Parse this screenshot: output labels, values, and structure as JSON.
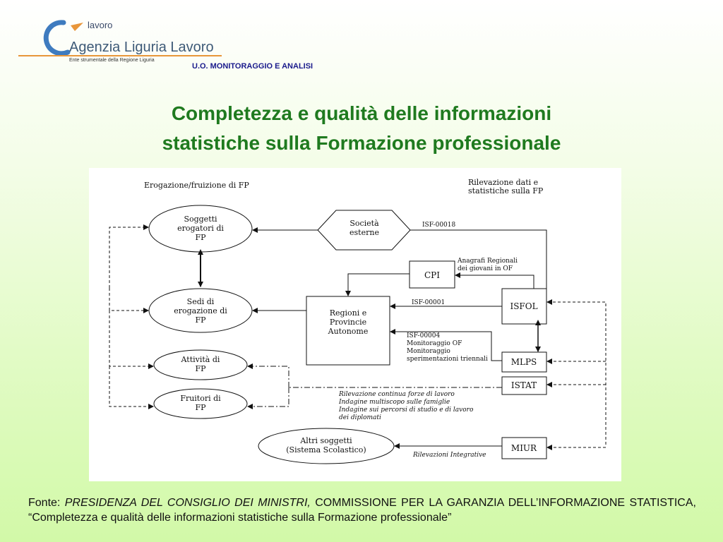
{
  "header": {
    "logo_top": "lavoro",
    "logo_name": "Agenzia Liguria Lavoro",
    "logo_tagline": "Ente strumentale della Regione Liguria",
    "department": "U.O. MONITORAGGIO E ANALISI"
  },
  "title": {
    "line1": "Completezza e qualità delle informazioni",
    "line2": "statistiche sulla Formazione professionale"
  },
  "diagram": {
    "section_left": "Erogazione/fruizione di FP",
    "section_right_1": "Rilevazione dati e",
    "section_right_2": "statistiche sulla FP",
    "nodes": {
      "soggetti": [
        "Soggetti",
        "erogatori di",
        "FP"
      ],
      "sedi": [
        "Sedi di",
        "erogazione di",
        "FP"
      ],
      "attivita": [
        "Attività di",
        "FP"
      ],
      "fruitori": [
        "Fruitori di",
        "FP"
      ],
      "altri": [
        "Altri soggetti",
        "(Sistema Scolastico)"
      ],
      "societa": [
        "Società",
        "esterne"
      ],
      "cpi": "CPI",
      "regioni": [
        "Regioni e",
        "Provincie",
        "Autonome"
      ],
      "isfol": "ISFOL",
      "mlps": "MLPS",
      "istat": "ISTAT",
      "miur": "MIUR"
    },
    "edge_labels": {
      "isf18": "ISF-00018",
      "anagrafi": [
        "Anagrafi Regionali",
        "dei giovani in OF"
      ],
      "isf01": "ISF-00001",
      "isf04": [
        "ISF-00004",
        "Monitoraggio OF",
        "Monitoraggio",
        "sperimentazioni triennali"
      ],
      "istat_surveys": [
        "Rilevazione continua forze di lavoro",
        "Indagine multiscopo sulle famiglie",
        "Indagine sui percorsi di studio e di lavoro",
        "dei diplomati"
      ],
      "integrative": "Rilevazioni Integrative"
    }
  },
  "source": {
    "prefix": "Fonte:",
    "italic": "PRESIDENZA DEL CONSIGLIO DEI MINISTRI,",
    "rest": "COMMISSIONE PER LA GARANZIA DELL’INFORMAZIONE STATISTICA, “Completezza e qualità delle informazioni statistiche sulla Formazione professionale”"
  },
  "colors": {
    "title": "#1f7a1f",
    "department": "#1a1a8c",
    "logo_accent": "#e8963a",
    "logo_blue": "#3e5a78"
  }
}
